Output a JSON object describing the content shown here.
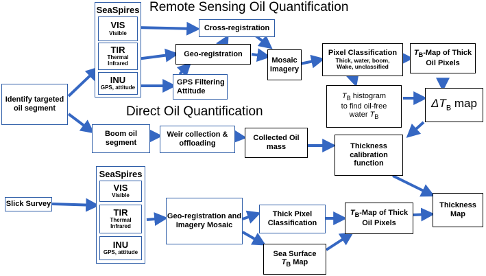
{
  "headings": {
    "remote": "Remote Sensing Oil Quantification",
    "direct": "Direct Oil Quantification"
  },
  "identify": "Identify targeted oil segment",
  "seaspires_top": {
    "title": "SeaSpires",
    "vis": {
      "label": "VIS",
      "desc": "Visible"
    },
    "tir": {
      "label": "TIR",
      "desc": "Thermal Infrared"
    },
    "inu": {
      "label": "INU",
      "desc": "GPS, attitude"
    }
  },
  "cross_registration": "Cross-registration",
  "geo_registration": "Geo-registration",
  "gps_filtering": "GPS Filtering Attitude",
  "mosaic_imagery": "Mosaic Imagery",
  "pixel_classification": {
    "title": "Pixel Classification",
    "detail": "Thick, water, boom, Wake, unclassified"
  },
  "tb_map_thick": {
    "symbol": "T",
    "sub": "B",
    "rest": "-Map of Thick Oil Pixels"
  },
  "tb_histogram": {
    "line1a": "T",
    "sub1": "B",
    "line1b": " histogram",
    "line2": "to find oil-free",
    "line3a": "water ",
    "line3b": "T",
    "sub3": "B"
  },
  "delta_tb_map": {
    "delta": "ΔT",
    "sub": "B",
    "rest": " map"
  },
  "boom_oil_segment": "Boom oil segment",
  "weir_collection": "Weir collection & offloading",
  "collected_oil_mass": "Collected Oil mass",
  "thickness_calibration": "Thickness calibration function",
  "slick_survey": "Slick Survey",
  "seaspires_bottom": {
    "title": "SeaSpires",
    "vis": {
      "label": "VIS",
      "desc": "Visible"
    },
    "tir": {
      "label": "TIR",
      "desc": "Thermal Infrared"
    },
    "inu": {
      "label": "INU",
      "desc": "GPS, attitude"
    }
  },
  "geo_reg_mosaic": "Geo-registration and Imagery Mosaic",
  "thick_pixel_classification": "Thick Pixel Classification",
  "sea_surface": {
    "line1": "Sea Surface",
    "sym": "T",
    "sub": "B",
    "rest": " Map"
  },
  "tb_map_thick_bottom": {
    "symbol": "T",
    "sub": "B",
    "rest": "-Map of Thick Oil Pixels"
  },
  "thickness_map": "Thickness Map",
  "colors": {
    "arrow": "#3567c2",
    "box_border_blue": "#2f5ea8"
  }
}
